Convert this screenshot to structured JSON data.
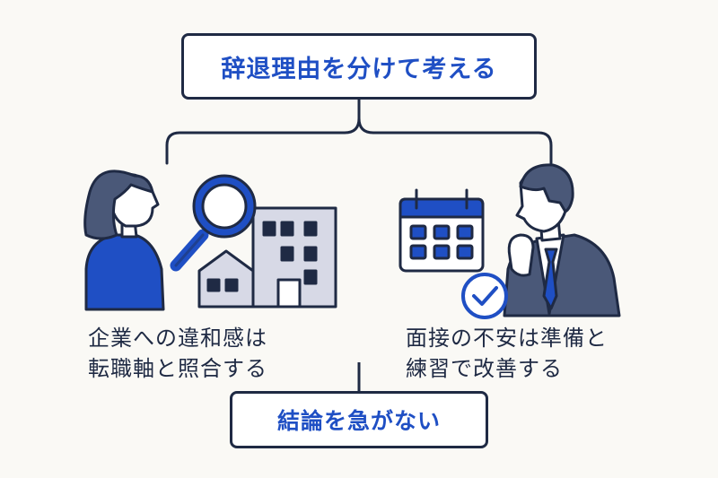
{
  "title": "辞退理由を分けて考える",
  "left_caption": [
    "企業への違和感は",
    "転職軸と照合する"
  ],
  "right_caption": [
    "面接の不安は準備と",
    "練習で改善する"
  ],
  "conclusion": "結論を急がない",
  "colors": {
    "accent": "#1f4fc4",
    "outline": "#1f2a44",
    "building_fill": "#d7d9e6",
    "suit": "#4a5878",
    "background": "#faf9f5"
  },
  "icons": [
    "woman-icon",
    "magnifier-icon",
    "buildings-icon",
    "calendar-icon",
    "businessman-icon",
    "check-circle-icon"
  ]
}
